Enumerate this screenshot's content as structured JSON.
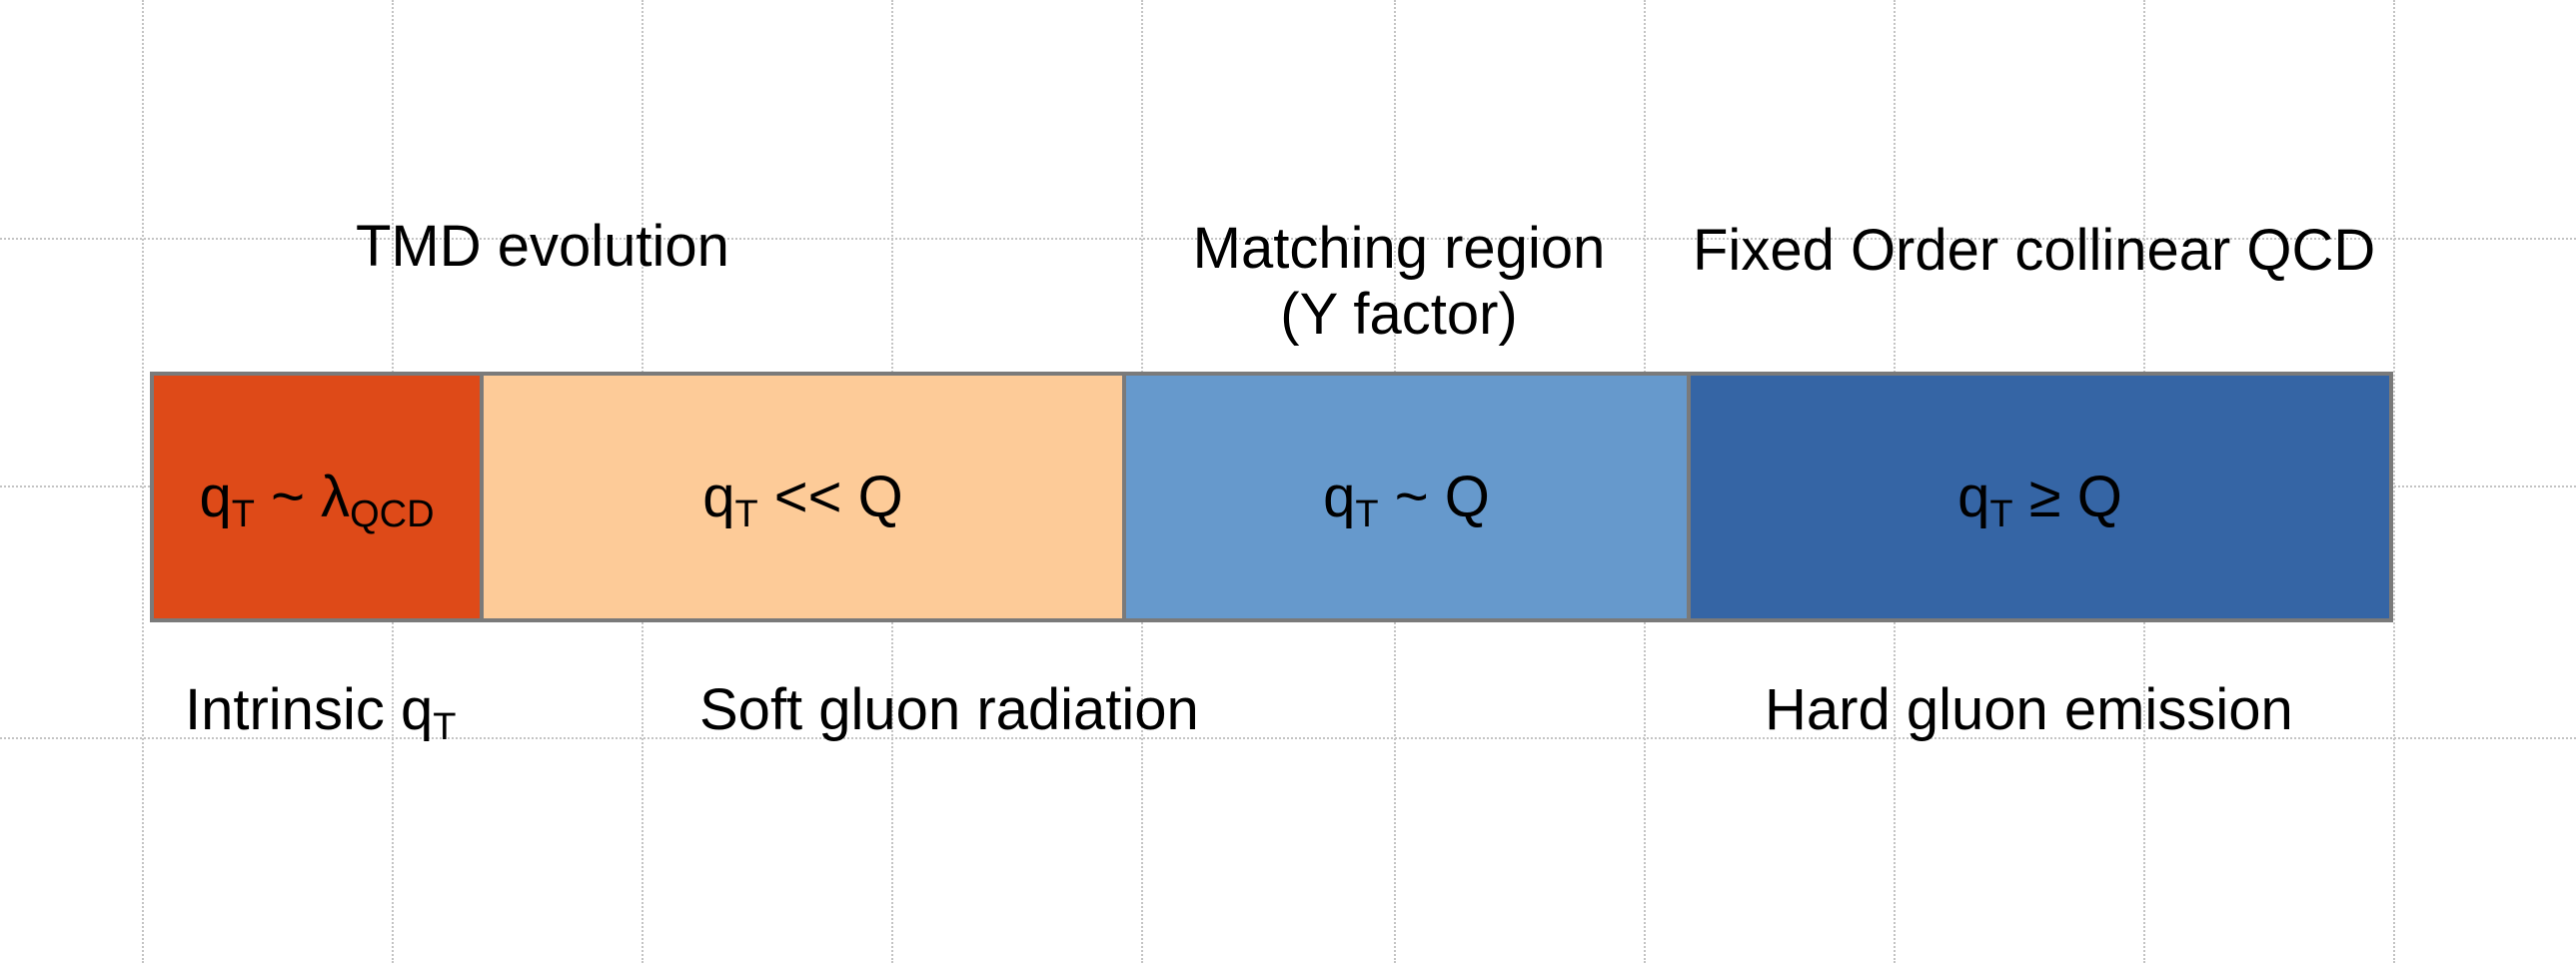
{
  "top_labels": {
    "tmd": "TMD evolution",
    "matching_line1": "Matching region",
    "matching_line2": "(Y factor)",
    "fixed_order": "Fixed Order collinear QCD"
  },
  "bands": [
    {
      "q": "q",
      "sub": "T",
      "rel": " ~ λ",
      "rel_sub": "QCD",
      "tail": "",
      "color": "#de4a18"
    },
    {
      "q": "q",
      "sub": "T",
      "rel": " << Q",
      "rel_sub": "",
      "tail": "",
      "color": "#fdcb98"
    },
    {
      "q": "q",
      "sub": "T",
      "rel": " ~ Q",
      "rel_sub": "",
      "tail": "",
      "color": "#6699cc"
    },
    {
      "q": "q",
      "sub": "T",
      "rel": " ≥ Q",
      "rel_sub": "",
      "tail": "",
      "color": "#3565a5"
    }
  ],
  "bottom_labels": {
    "intrinsic_main": "Intrinsic q",
    "intrinsic_sub": "T",
    "soft": "Soft gluon radiation",
    "hard": "Hard gluon emission"
  },
  "colors": {
    "border": "#7a7a7a",
    "guide": "#c4c4c4"
  }
}
